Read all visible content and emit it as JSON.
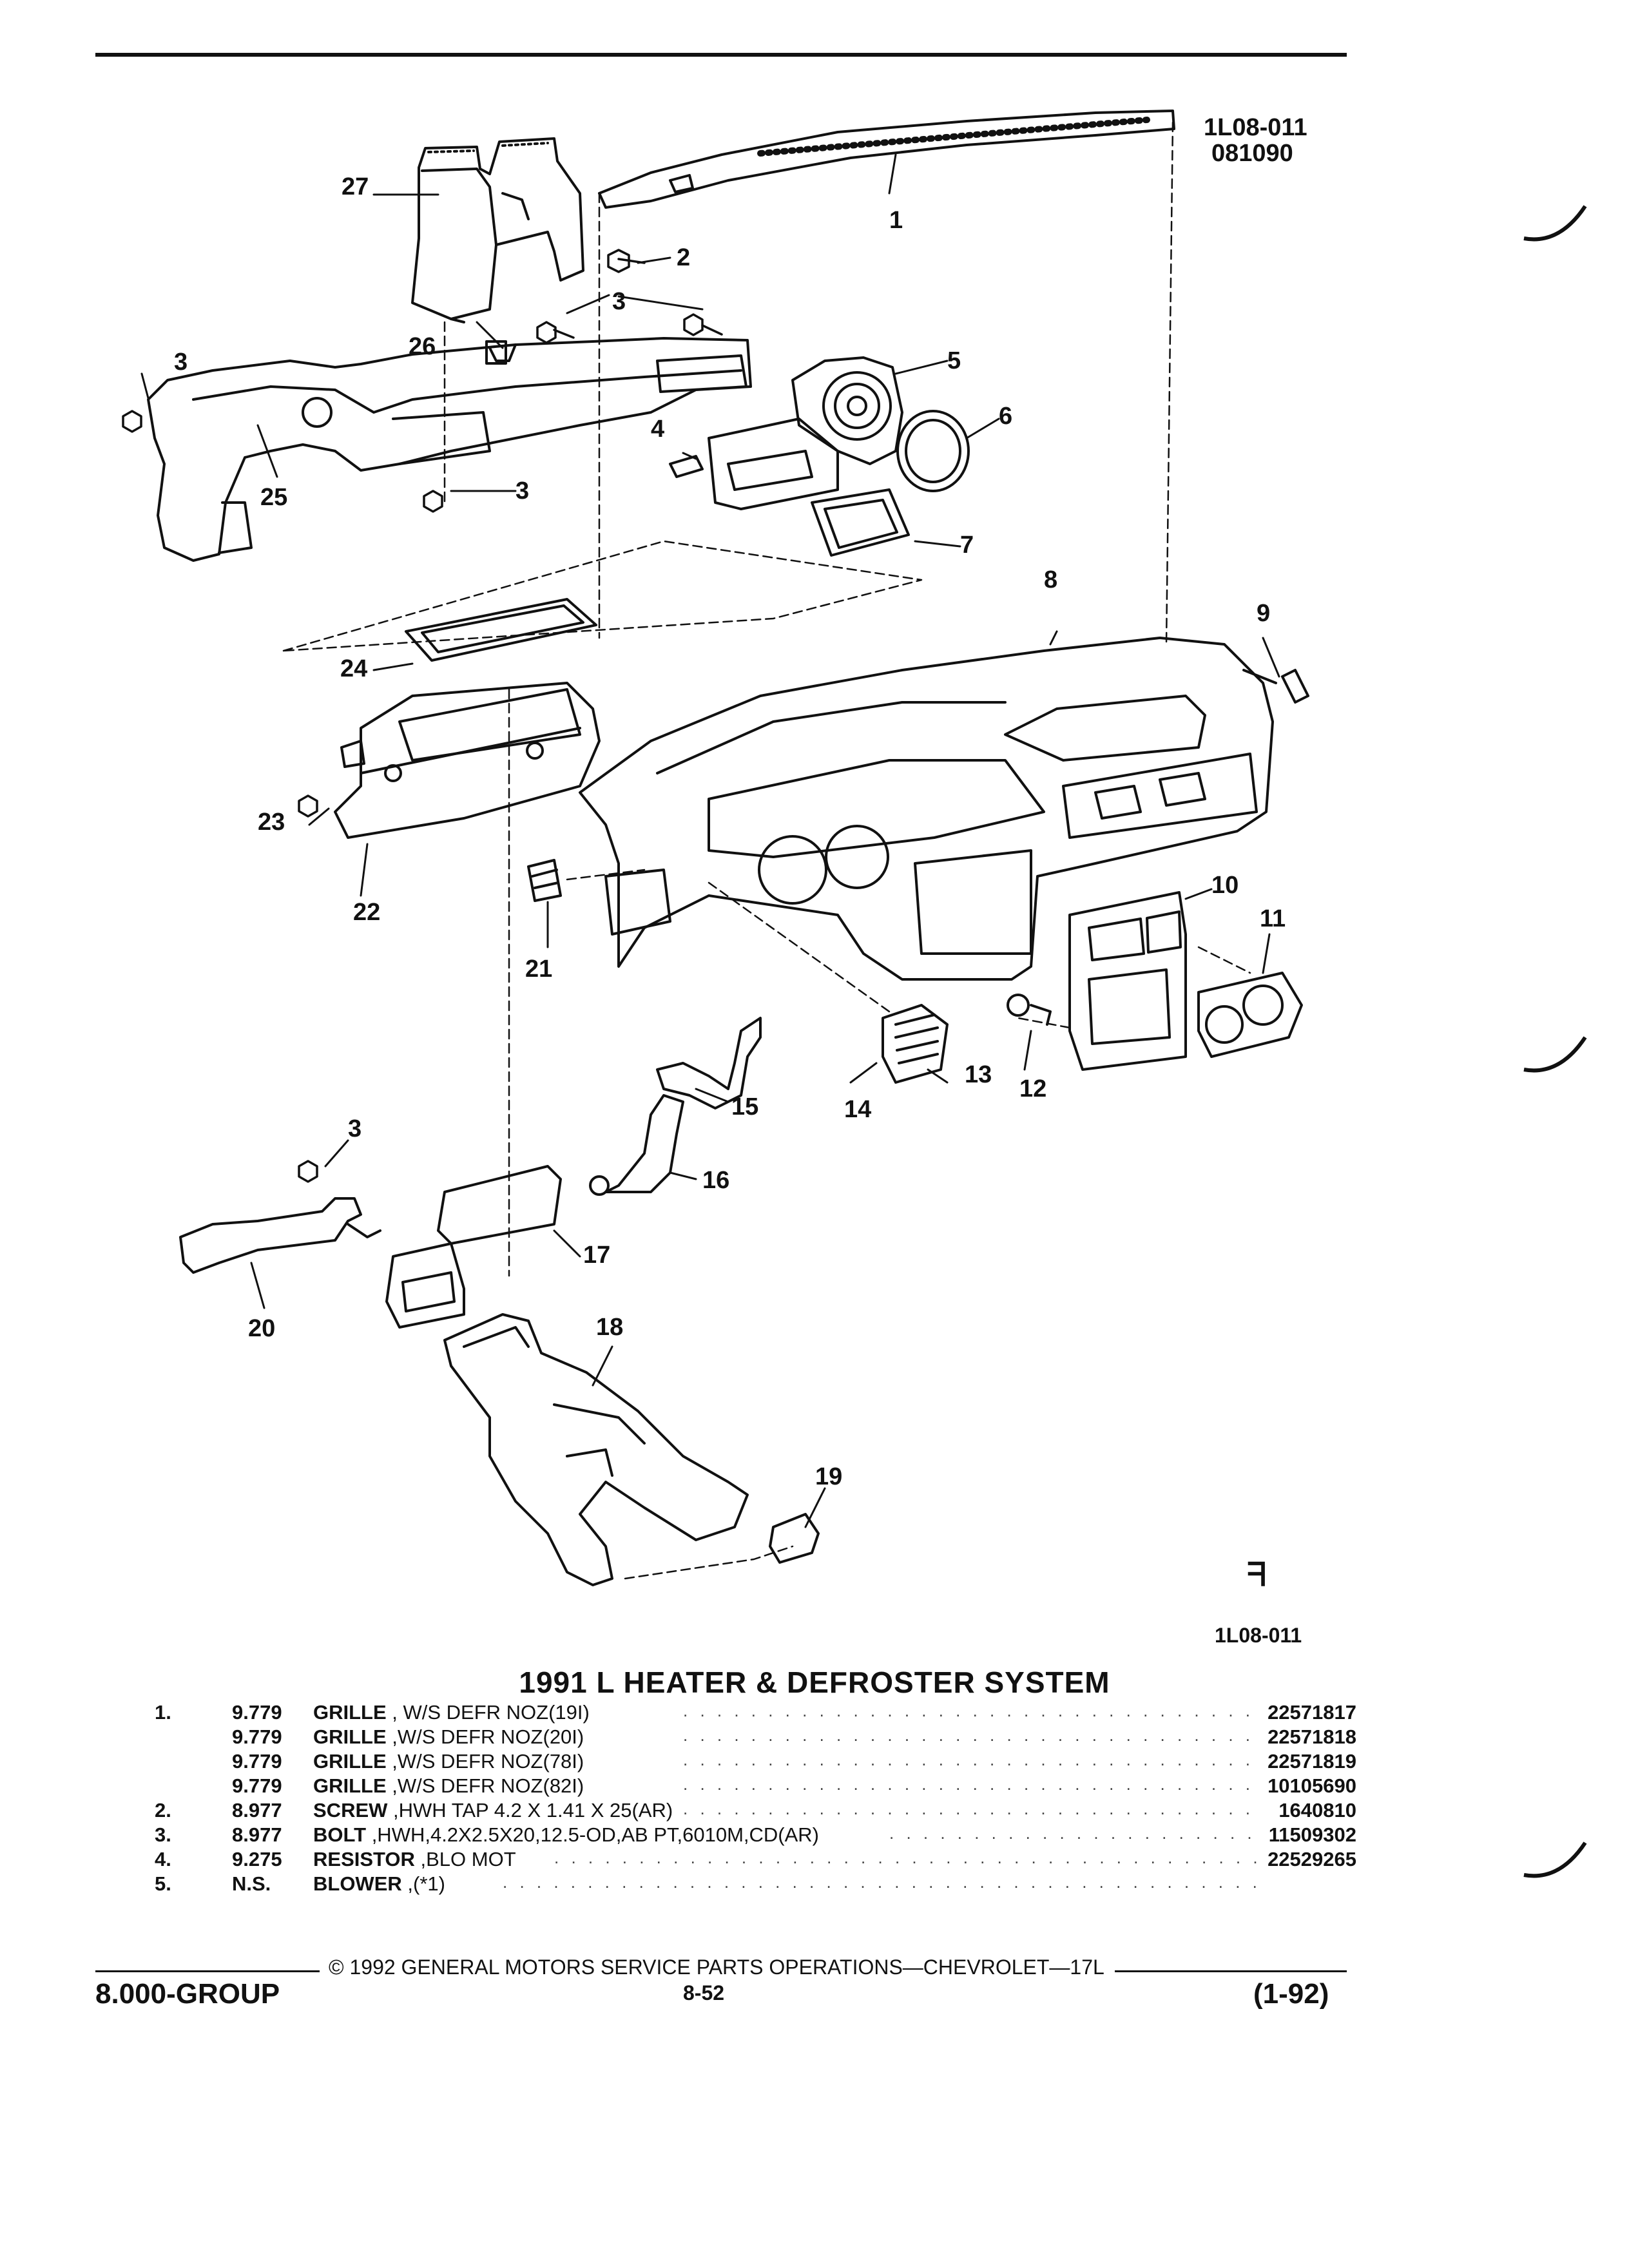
{
  "header": {
    "illustration_code": "1L08-011",
    "illustration_date": "081090"
  },
  "diagram": {
    "callouts": [
      "1",
      "2",
      "3",
      "3",
      "3",
      "3",
      "3",
      "4",
      "5",
      "6",
      "7",
      "8",
      "9",
      "10",
      "11",
      "12",
      "13",
      "14",
      "15",
      "16",
      "17",
      "18",
      "19",
      "20",
      "21",
      "22",
      "23",
      "24",
      "25",
      "26",
      "27"
    ],
    "logo_glyph": "ᖷ",
    "footer_code": "1L08-011"
  },
  "section_title": "1991 L HEATER & DEFROSTER SYSTEM",
  "parts": [
    {
      "num": "1.",
      "group": "9.779",
      "name": "GRILLE",
      "desc": " , W/S DEFR NOZ(19I)",
      "part": "22571817"
    },
    {
      "num": "",
      "group": "9.779",
      "name": "GRILLE",
      "desc": " ,W/S DEFR NOZ(20I)",
      "part": "22571818"
    },
    {
      "num": "",
      "group": "9.779",
      "name": "GRILLE",
      "desc": " ,W/S DEFR NOZ(78I)",
      "part": "22571819"
    },
    {
      "num": "",
      "group": "9.779",
      "name": "GRILLE",
      "desc": " ,W/S DEFR NOZ(82I)",
      "part": "10105690"
    },
    {
      "num": "2.",
      "group": "8.977",
      "name": "SCREW",
      "desc": " ,HWH TAP 4.2 X 1.41 X 25(AR)",
      "part": "1640810"
    },
    {
      "num": "3.",
      "group": "8.977",
      "name": "BOLT",
      "desc": " ,HWH,4.2X2.5X20,12.5-OD,AB PT,6010M,CD(AR)",
      "part": "11509302"
    },
    {
      "num": "4.",
      "group": "9.275",
      "name": "RESISTOR",
      "desc": " ,BLO MOT",
      "part": "22529265"
    },
    {
      "num": "5.",
      "group": "N.S.",
      "name": "BLOWER",
      "desc": " ,(*1)",
      "part": ""
    }
  ],
  "footer": {
    "copyright": "© 1992 GENERAL MOTORS SERVICE PARTS OPERATIONS—CHEVROLET—17L",
    "group": "8.000-GROUP",
    "page": "8-52",
    "revision": "(1-92)"
  }
}
